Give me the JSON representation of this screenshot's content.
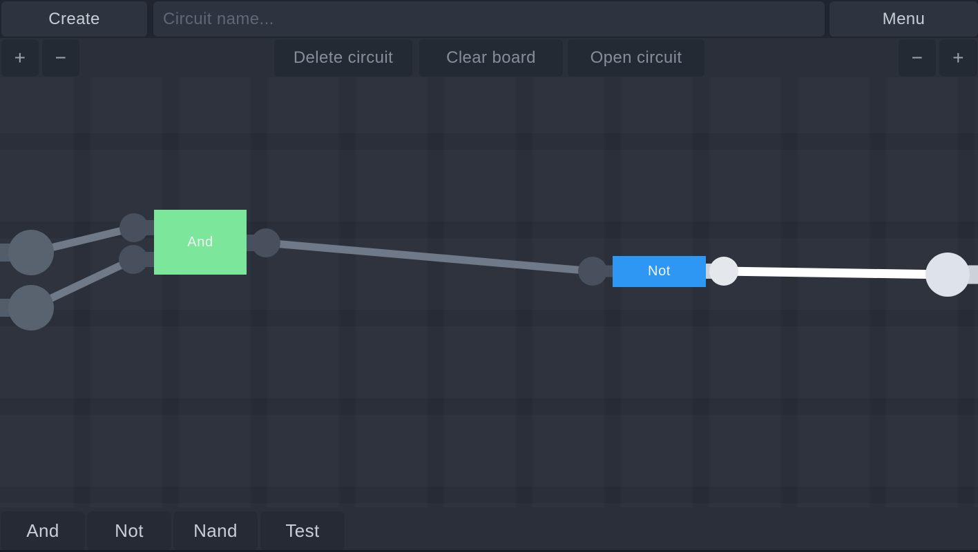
{
  "header": {
    "create_label": "Create",
    "circuit_name_placeholder": "Circuit name...",
    "circuit_name_value": "",
    "menu_label": "Menu",
    "zoom": {
      "in": "+",
      "out": "−"
    },
    "toolbar": {
      "delete_label": "Delete circuit",
      "clear_label": "Clear board",
      "open_label": "Open circuit"
    }
  },
  "canvas": {
    "gates": [
      {
        "type": "and",
        "label": "And",
        "color": "#7ce69a"
      },
      {
        "type": "not",
        "label": "Not",
        "color": "#2e97f4"
      }
    ],
    "colors": {
      "background": "#262b35",
      "wire": "#6f7988",
      "wire_active": "#ffffff",
      "node": "#47505c",
      "input_node": "#59636f",
      "input_stub": "#535c6a",
      "output_node_small": "#e4e7ec",
      "output_node_large": "#dee2ea",
      "output_stub": "#ccd1da"
    }
  },
  "palette": {
    "items": [
      {
        "label": "And"
      },
      {
        "label": "Not"
      },
      {
        "label": "Nand"
      },
      {
        "label": "Test"
      }
    ]
  }
}
